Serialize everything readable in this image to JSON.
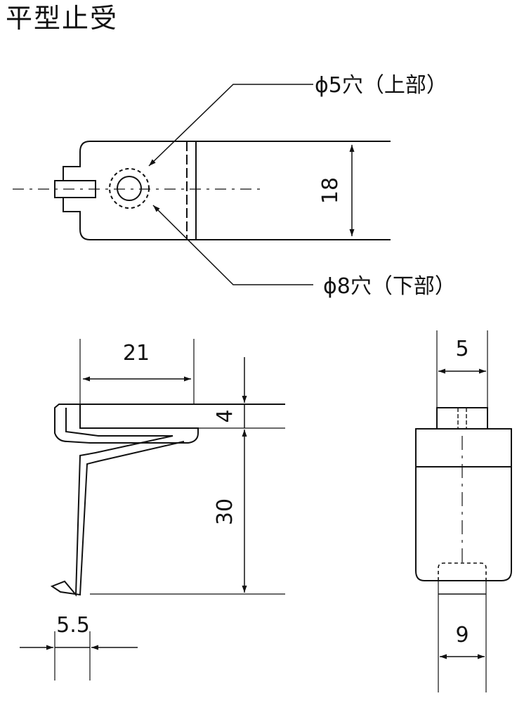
{
  "title": "平型止受",
  "callouts": {
    "upper_hole": "ϕ5穴（上部）",
    "lower_hole": "ϕ8穴（下部）"
  },
  "dimensions": {
    "height_top_view": "18",
    "span_length": "21",
    "plate_thickness": "4",
    "hook_depth": "30",
    "lower_bend": "5.5",
    "tab_width": "5",
    "slot_width": "9"
  },
  "colors": {
    "line": "#111111",
    "background": "#ffffff"
  }
}
